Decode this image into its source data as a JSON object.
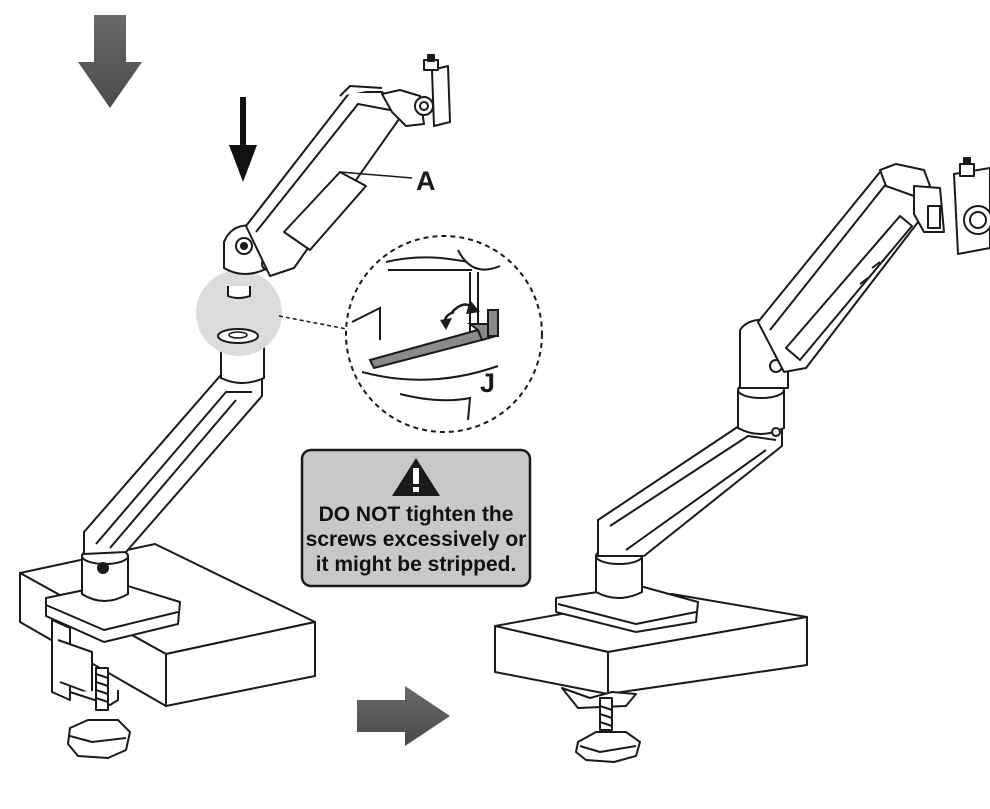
{
  "labels": {
    "arm_part": "A",
    "hex_key": "J"
  },
  "warning": {
    "icon": "warning-triangle-icon",
    "lines": [
      "DO NOT tighten the",
      "screws excessively or",
      "it might be stripped."
    ]
  },
  "colors": {
    "ink": "#1a1a1a",
    "arrow_fill": "#595959",
    "warning_bg": "#c8c8c8",
    "magnifier_bg": "#dcdcdc"
  }
}
